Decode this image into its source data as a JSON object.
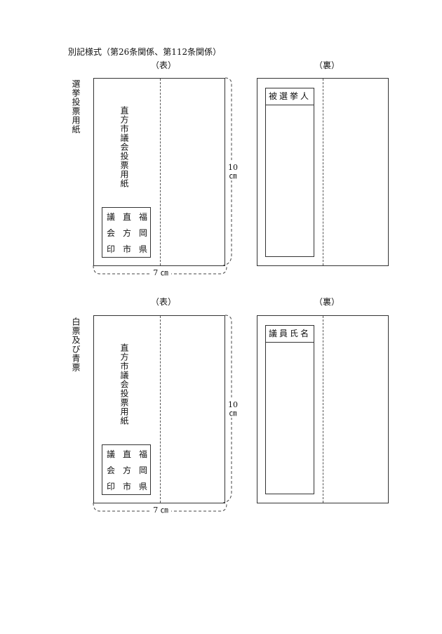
{
  "heading": "別記様式（第26条関係、第112条関係）",
  "sections": [
    {
      "side_label": "選挙投票用紙",
      "front_label": "（表）",
      "back_label": "（裏）",
      "ballot_title": "直方市議会投票用紙",
      "seal": [
        "議",
        "直",
        "福",
        "会",
        "方",
        "岡",
        "印",
        "市",
        "県"
      ],
      "back_header": "被選挙人",
      "height_dim": [
        "10",
        "㎝"
      ],
      "width_dim": "7 ㎝"
    },
    {
      "side_label": "白票及び青票",
      "front_label": "（表）",
      "back_label": "（裏）",
      "ballot_title": "直方市議会投票用紙",
      "seal": [
        "議",
        "直",
        "福",
        "会",
        "方",
        "岡",
        "印",
        "市",
        "県"
      ],
      "back_header": "議員氏名",
      "height_dim": [
        "10",
        "㎝"
      ],
      "width_dim": "7 ㎝"
    }
  ]
}
